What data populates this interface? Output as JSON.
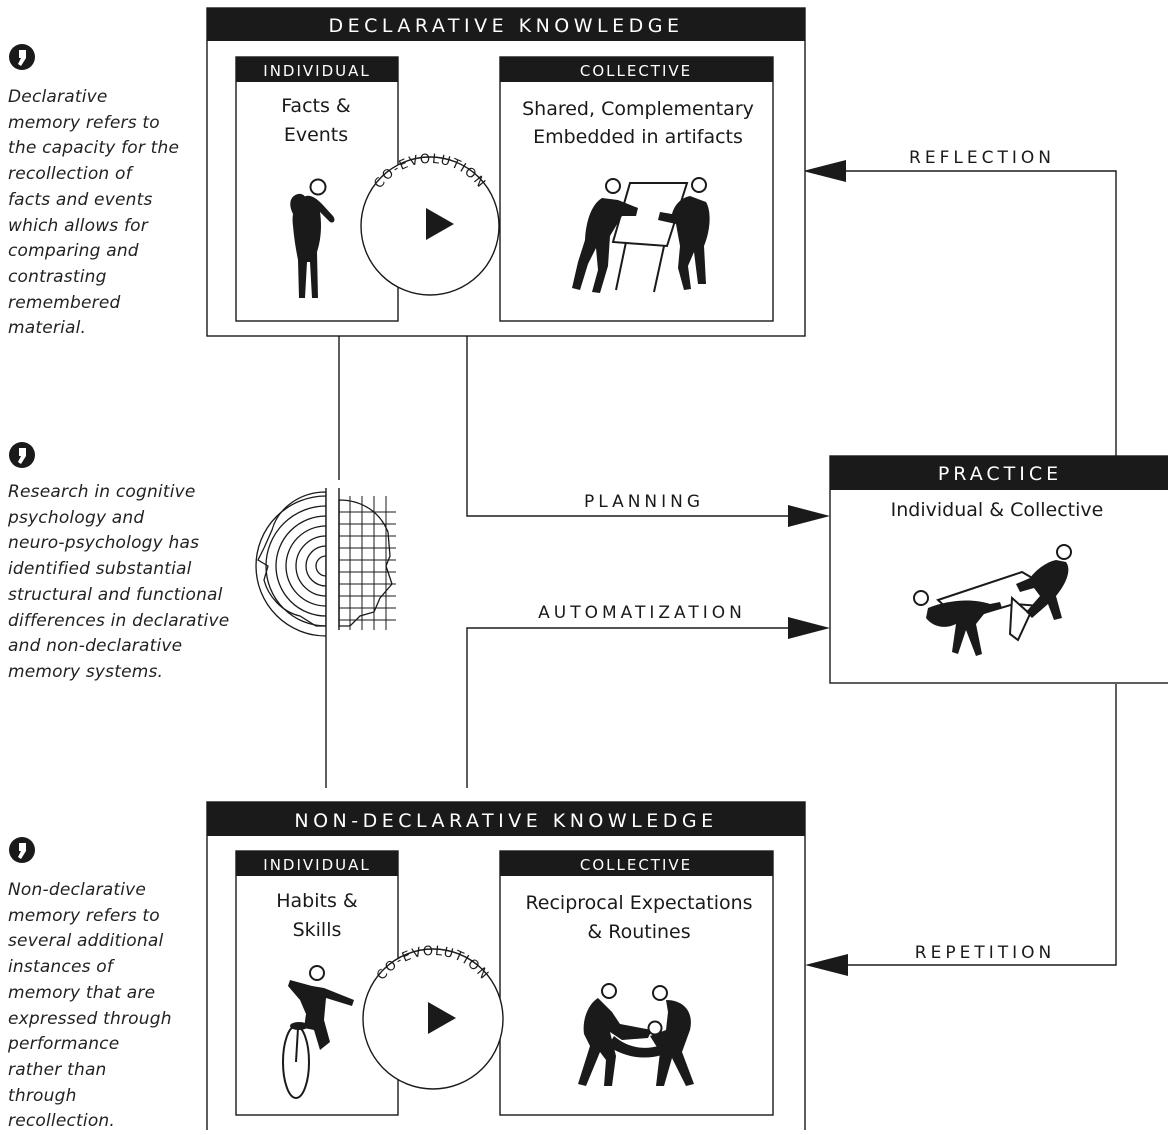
{
  "notes": [
    {
      "text": "Declarative memory refers to the capacity for the recollection of facts and events which allows for comparing and contrasting remembered material.",
      "lines": [
        "Declarative",
        "memory refers to",
        "the capacity for the",
        "recollection of",
        "facts and events",
        "which allows for",
        "comparing and",
        "contrasting",
        "remembered",
        "material."
      ]
    },
    {
      "text": "Research in cognitive psychology and neuro-psychology has identified substantial structural and functional differences in declarative and non-declarative memory systems.",
      "lines": [
        "Research in cognitive",
        "psychology and",
        "neuro-psychology has",
        "identified substantial",
        "structural and functional",
        "differences in declarative",
        "and non-declarative",
        "memory systems."
      ]
    },
    {
      "text": "Non-declarative memory refers to several additional instances of memory that are expressed through performance rather than through recollection.",
      "lines": [
        "Non-declarative",
        "memory refers to",
        "several additional",
        "instances of",
        "memory that are",
        "expressed through",
        "performance",
        "rather than",
        "through",
        "recollection."
      ]
    }
  ],
  "declarative": {
    "title": "DECLARATIVE KNOWLEDGE",
    "individual": {
      "label": "INDIVIDUAL",
      "lines": [
        "Facts &",
        "Events"
      ]
    },
    "collective": {
      "label": "COLLECTIVE",
      "lines": [
        "Shared, Complementary",
        "Embedded in artifacts"
      ]
    },
    "coevolution": "CO-EVOLUTION"
  },
  "non_declarative": {
    "title": "NON-DECLARATIVE KNOWLEDGE",
    "individual": {
      "label": "INDIVIDUAL",
      "lines": [
        "Habits &",
        "Skills"
      ]
    },
    "collective": {
      "label": "COLLECTIVE",
      "lines": [
        "Reciprocal Expectations",
        "& Routines"
      ]
    },
    "coevolution": "CO-EVOLUTION"
  },
  "practice": {
    "title": "PRACTICE",
    "subtitle": "Individual & Collective"
  },
  "flows": {
    "reflection": "REFLECTION",
    "planning": "PLANNING",
    "automatization": "AUTOMATIZATION",
    "repetition": "REPETITION"
  },
  "icons": [
    "quote-icon",
    "play-icon",
    "brain-hemispheres-icon",
    "person-thinking-icon",
    "people-flipchart-icon",
    "people-carrying-icon",
    "unicycle-rider-icon",
    "people-lifting-icon"
  ],
  "colors": {
    "ink": "#1a1a1a",
    "paper": "#ffffff",
    "header_bg": "#1a1a1a",
    "header_text": "#ffffff"
  }
}
